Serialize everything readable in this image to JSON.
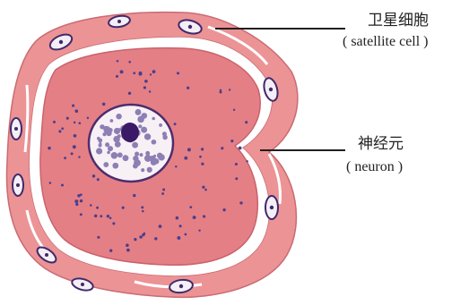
{
  "labels": {
    "satellite_cell": {
      "zh": "卫星细胞",
      "en": "( satellite cell )"
    },
    "neuron": {
      "zh": "神经元",
      "en": "( neuron )"
    }
  },
  "colors": {
    "satellite_fill": "#ec9396",
    "satellite_stroke": "#c96b72",
    "neuron_fill": "#e57f86",
    "neuron_stroke": "#c9626c",
    "nucleus_fill": "#f7f1f6",
    "nucleus_stroke": "#4d2d6e",
    "nucleolus": "#3a1a66",
    "granule": "#4b3f8c",
    "pointer_line": "#1f1f1f",
    "background": "#ffffff"
  }
}
